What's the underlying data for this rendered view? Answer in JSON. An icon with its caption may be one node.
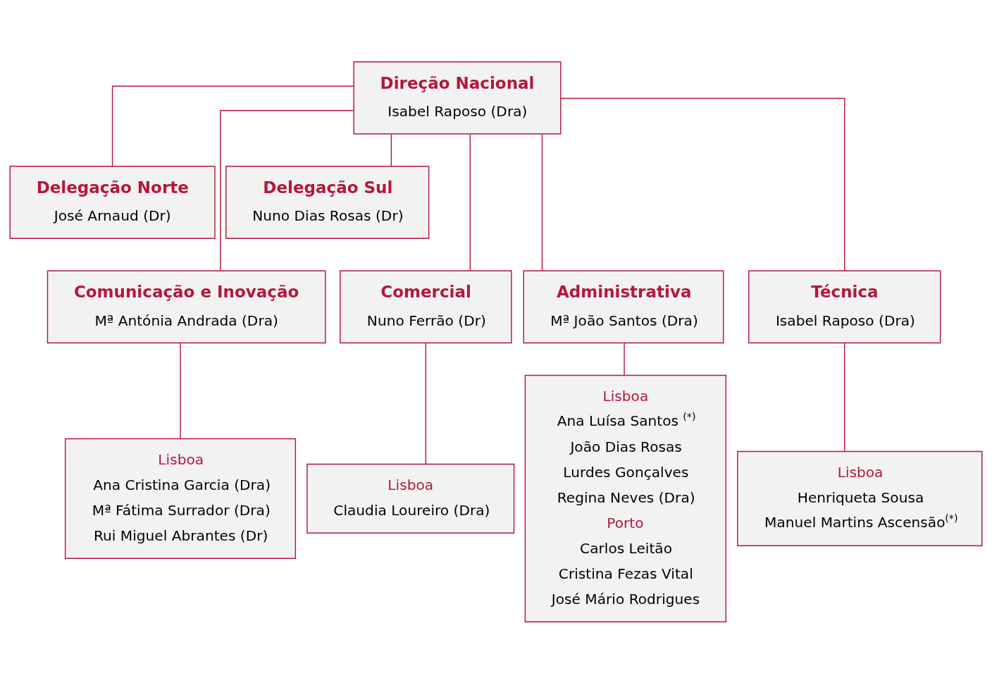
{
  "diagram": {
    "nodes": [
      {
        "text": [
          "Direção Nacional",
          "Isabel Raposo (Dra)"
        ]
      },
      {
        "text": [
          "Delegação Norte",
          "José Arnaud (Dr)"
        ]
      },
      {
        "text": [
          "Delegação Sul",
          "Nuno Dias Rosas (Dr)"
        ]
      },
      {
        "text": [
          "Comunicação e Inovação",
          "Mª Antónia Andrada (Dra)"
        ]
      },
      {
        "text": [
          "Comercial",
          "Nuno Ferrão (Dr)"
        ]
      },
      {
        "text": [
          "Administrativa",
          "Mª João Santos (Dra)"
        ]
      },
      {
        "text": [
          "Técnica",
          "Isabel Raposo (Dra)"
        ]
      },
      {
        "text": [
          "Lisboa",
          "Ana Cristina Garcia (Dra)",
          "Mª Fátima Surrador (Dra)",
          "Rui Miguel Abrantes (Dr)"
        ]
      },
      {
        "text": [
          "Lisboa",
          "Claudia Loureiro (Dra)"
        ]
      },
      {
        "text": [
          "Lisboa",
          "Ana Luísa Santos $^{(*)}$",
          "João Dias Rosas",
          "Lurdes Gonçalves",
          "Regina Neves (Dra)",
          "Porto",
          "Carlos Leitão",
          "Cristina Fezas Vital",
          "José Mário Rodrigues"
        ]
      },
      {
        "text": [
          "Lisboa",
          "Henriqueta Sousa",
          "Manuel Martins Ascensão$^{(*)}$"
        ]
      }
    ],
    "edges": [
      {
        "from": 0,
        "to": 1,
        "arrow": "none"
      },
      {
        "from": 0,
        "to": 2,
        "arrow": "none"
      },
      {
        "from": 0,
        "to": 3,
        "arrow": "none"
      },
      {
        "from": 0,
        "to": 4,
        "arrow": "none"
      },
      {
        "from": 0,
        "to": 5,
        "arrow": "none"
      },
      {
        "from": 0,
        "to": 6,
        "arrow": "none"
      },
      {
        "from": 3,
        "to": 7,
        "arrow": "none"
      },
      {
        "from": 4,
        "to": 8,
        "arrow": "none"
      },
      {
        "from": 5,
        "to": 9,
        "arrow": "none"
      },
      {
        "from": 6,
        "to": 10,
        "arrow": "none"
      }
    ]
  }
}
